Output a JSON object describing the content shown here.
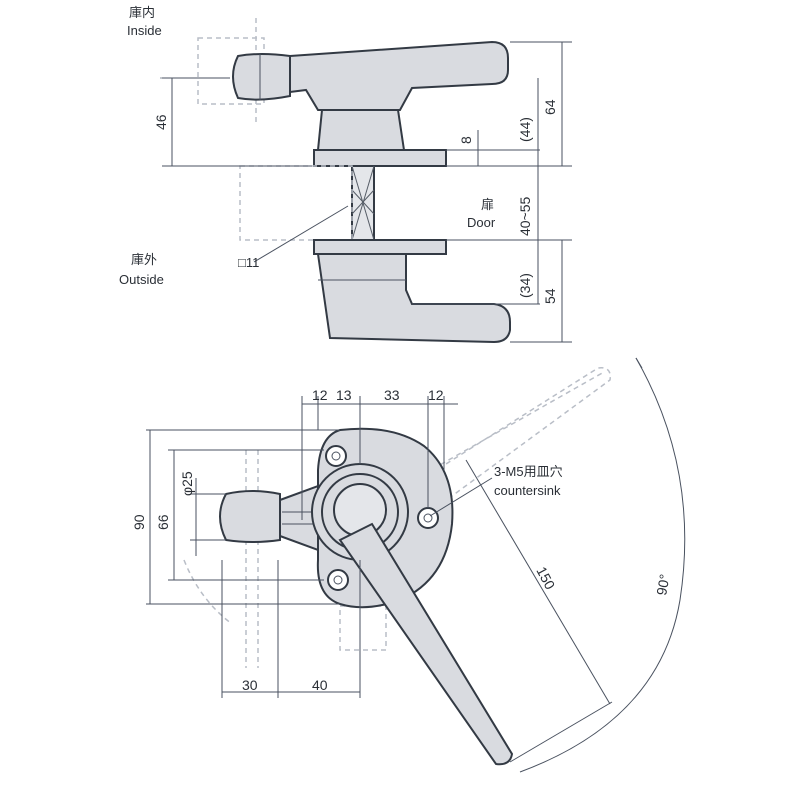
{
  "labels": {
    "inside_jp": "庫内",
    "inside_en": "Inside",
    "outside_jp": "庫外",
    "outside_en": "Outside",
    "door_jp": "扉",
    "door_en": "Door",
    "square": "□11",
    "countersink_jp": "3-M5用皿穴",
    "countersink_en": "countersink"
  },
  "dimensions": {
    "d46": "46",
    "d8": "8",
    "d44": "(44)",
    "d64": "64",
    "d40_55": "40~55",
    "d34": "(34)",
    "d54": "54",
    "d12a": "12",
    "d13": "13",
    "d33": "33",
    "d12b": "12",
    "d90": "90",
    "d66": "66",
    "d25": "φ25",
    "d150": "150",
    "d90deg": "90°",
    "d30": "30",
    "d40": "40"
  }
}
